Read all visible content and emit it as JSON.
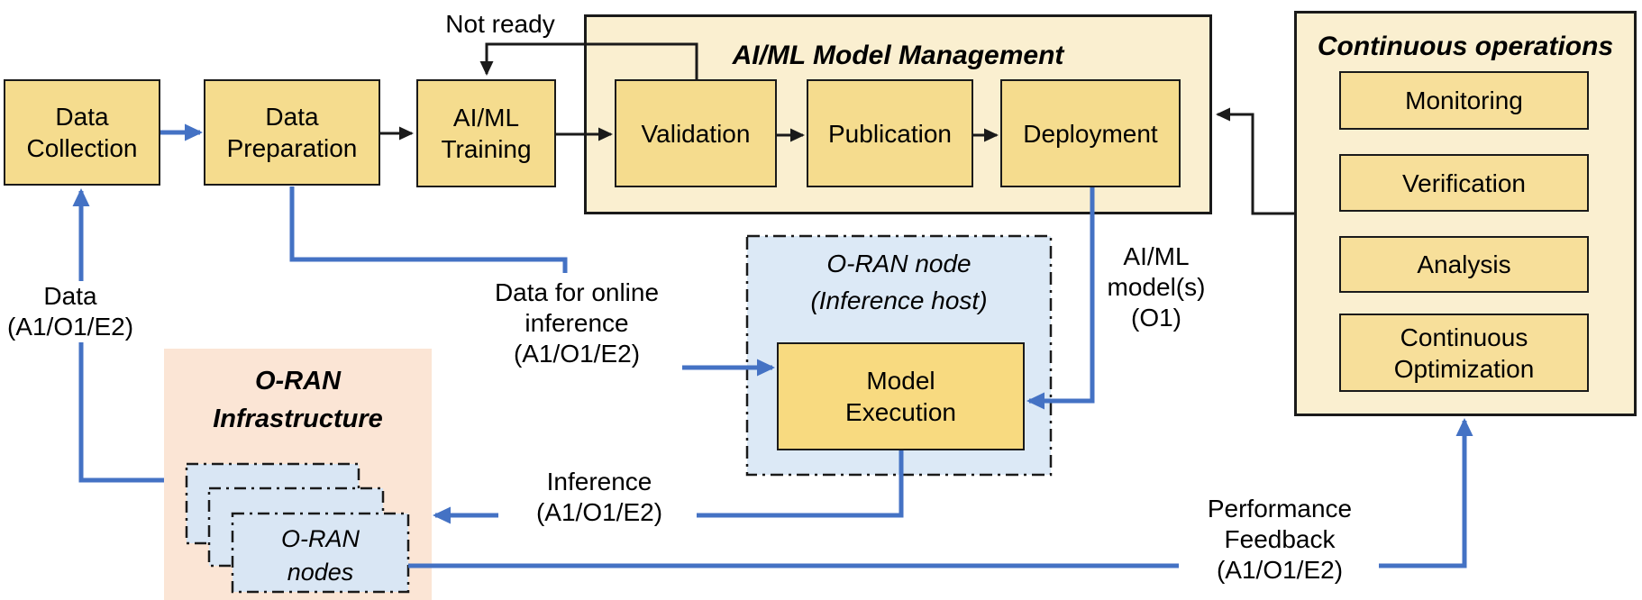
{
  "boxes": {
    "data_collection": {
      "line1": "Data",
      "line2": "Collection"
    },
    "data_preparation": {
      "line1": "Data",
      "line2": "Preparation"
    },
    "aiml_training": {
      "line1": "AI/ML",
      "line2": "Training"
    },
    "validation": {
      "label": "Validation"
    },
    "publication": {
      "label": "Publication"
    },
    "deployment": {
      "label": "Deployment"
    },
    "model_execution": {
      "line1": "Model",
      "line2": "Execution"
    },
    "monitoring": {
      "label": "Monitoring"
    },
    "verification": {
      "label": "Verification"
    },
    "analysis": {
      "label": "Analysis"
    },
    "continuous_optimization": {
      "line1": "Continuous",
      "line2": "Optimization"
    }
  },
  "containers": {
    "model_management": {
      "title": "AI/ML Model Management"
    },
    "continuous_operations": {
      "title": "Continuous operations"
    },
    "oran_node": {
      "title_line1": "O-RAN node",
      "title_line2": "(Inference host)"
    },
    "oran_infrastructure": {
      "title_line1": "O-RAN",
      "title_line2": "Infrastructure"
    },
    "oran_nodes_stack": {
      "line1": "O-RAN",
      "line2": "nodes"
    }
  },
  "labels": {
    "not_ready": "Not ready",
    "data": {
      "line1": "Data",
      "line2": "(A1/O1/E2)"
    },
    "data_online": {
      "line1": "Data for online",
      "line2": "inference",
      "line3": "(A1/O1/E2)"
    },
    "aiml_models": {
      "line1": "AI/ML",
      "line2": "model(s)",
      "line3": "(O1)"
    },
    "inference": {
      "line1": "Inference",
      "line2": "(A1/O1/E2)"
    },
    "performance_feedback": {
      "line1": "Performance",
      "line2": "Feedback",
      "line3": "(A1/O1/E2)"
    }
  },
  "colors": {
    "process_box_fill": "#F5DC8E",
    "model_execution_fill": "#F8DA80",
    "operations_box_fill": "#F7DF9A",
    "container_fill": "#FAEFD0",
    "oran_node_fill": "#DCE9F6",
    "infrastructure_fill": "#FBE5D5",
    "node_stack_fill": "#D9E6F4",
    "arrow_blue": "#4472C4",
    "line_black": "#1a1a1a"
  }
}
